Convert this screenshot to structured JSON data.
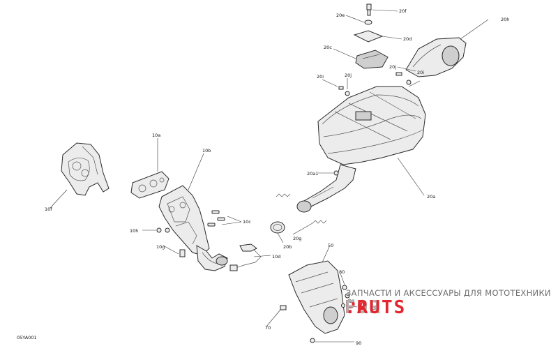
{
  "callouts": {
    "c20f": "20f",
    "c20e": "20e",
    "c20d": "20d",
    "c20c": "20c",
    "c20h": "20h",
    "c20i_left": "20i",
    "c20j_left": "20j",
    "c20j_right": "20j",
    "c20i_right": "20i",
    "c10a": "10a",
    "c10b": "10b",
    "c10f": "10f",
    "c20a1": "20a1",
    "c20a": "20a",
    "c10c": "10c",
    "c10h": "10h",
    "c10g": "10g",
    "c20b": "20b",
    "c20g": "20g",
    "c10d": "10d",
    "c50": "50",
    "c80": "80",
    "c60": "60",
    "c85": "85",
    "c70": "70",
    "c90": "90"
  },
  "reference_code": "05YA001",
  "watermark": {
    "tagline": "ЗАПЧАСТИ И АКСЕССУАРЫ ДЛЯ МОТОТЕХНИКИ",
    "logo_main": "PARTS",
    "logo_mid": "FOR",
    "logo_suffix": ".RU",
    "accent_color": "#e3262f",
    "secondary_color": "#b0b0b0"
  }
}
